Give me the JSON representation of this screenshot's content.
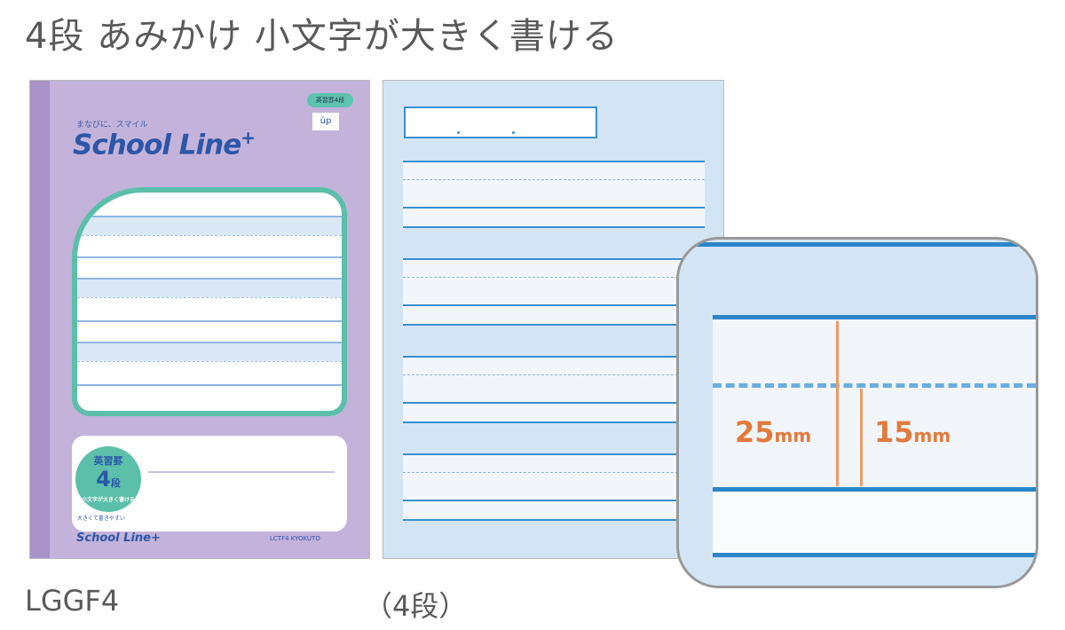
{
  "title": "4段 あみかけ 小文字が大きく書ける",
  "cover": {
    "slogan": "まなびに、スマイル",
    "logo": "School Line",
    "logo_plus": "+",
    "badge": "英習罫4段",
    "updown_icon": "ŭp",
    "circle_top": "英習罫",
    "circle_num": "4",
    "circle_unit": "段",
    "circle_sub": "小文字が大きく書ける",
    "small_text": "大きくて書きやすい",
    "footer_logo": "School Line+",
    "maker": "LCTF4 KYOKUTO"
  },
  "zoom": {
    "label_25": "25",
    "label_15": "15",
    "unit": "mm"
  },
  "captions": {
    "product_code": "LGGF4",
    "page_type": "（4段）"
  },
  "colors": {
    "cover": "#c3b3da",
    "teal": "#5bbfaa",
    "line": "#2a86c8",
    "accent": "#e27a3c"
  }
}
